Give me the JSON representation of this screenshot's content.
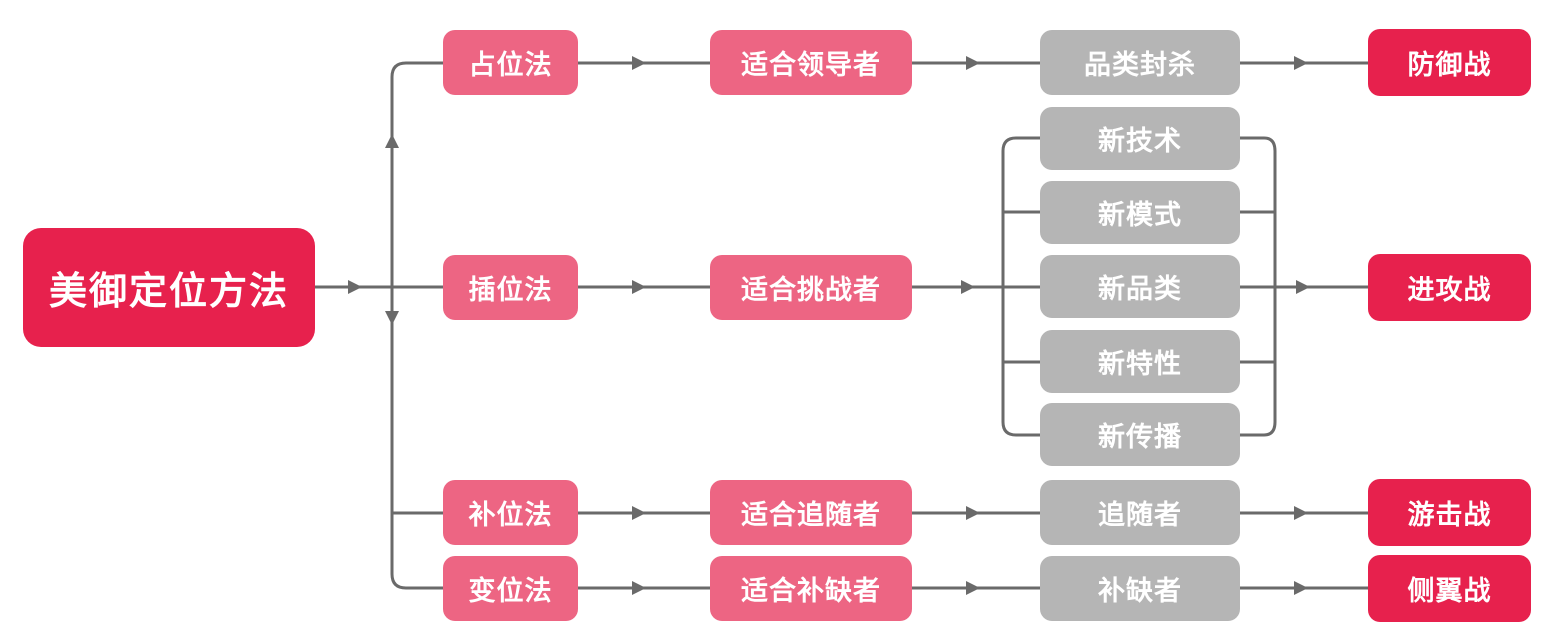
{
  "diagram": {
    "root_label": "美御定位方法",
    "methods": [
      "占位法",
      "插位法",
      "补位法",
      "变位法"
    ],
    "audiences": [
      "适合领导者",
      "适合挑战者",
      "适合追随者",
      "适合补缺者"
    ],
    "tactics": [
      "品类封杀",
      "追随者",
      "补缺者"
    ],
    "challenger_tactics": [
      "新技术",
      "新模式",
      "新品类",
      "新特性",
      "新传播"
    ],
    "strategies": [
      "防御战",
      "进攻战",
      "游击战",
      "侧翼战"
    ]
  },
  "colors": {
    "primary": "#E7214D",
    "pink": "#ED6583",
    "gray": "#B5B5B5",
    "connector": "#6A6A6A",
    "node_text": "#FFFFFF"
  }
}
